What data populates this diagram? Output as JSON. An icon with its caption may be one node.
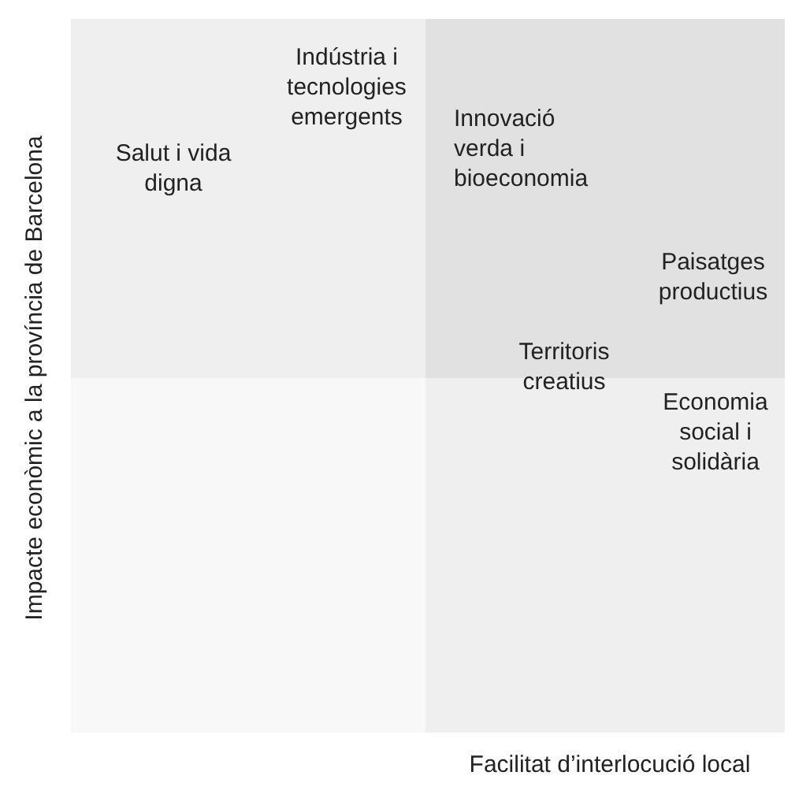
{
  "diagram": {
    "labels": [
      "Indústria i tecnologies emergents",
      "Salut i vida digna",
      "Innovació verda i bioeconomia",
      "Paisatges productius",
      "Territoris creatius",
      "Economia social i solidària",
      "Impacte econòmic a la província de Barcelona",
      "Facilitat d’interlocució local"
    ]
  }
}
